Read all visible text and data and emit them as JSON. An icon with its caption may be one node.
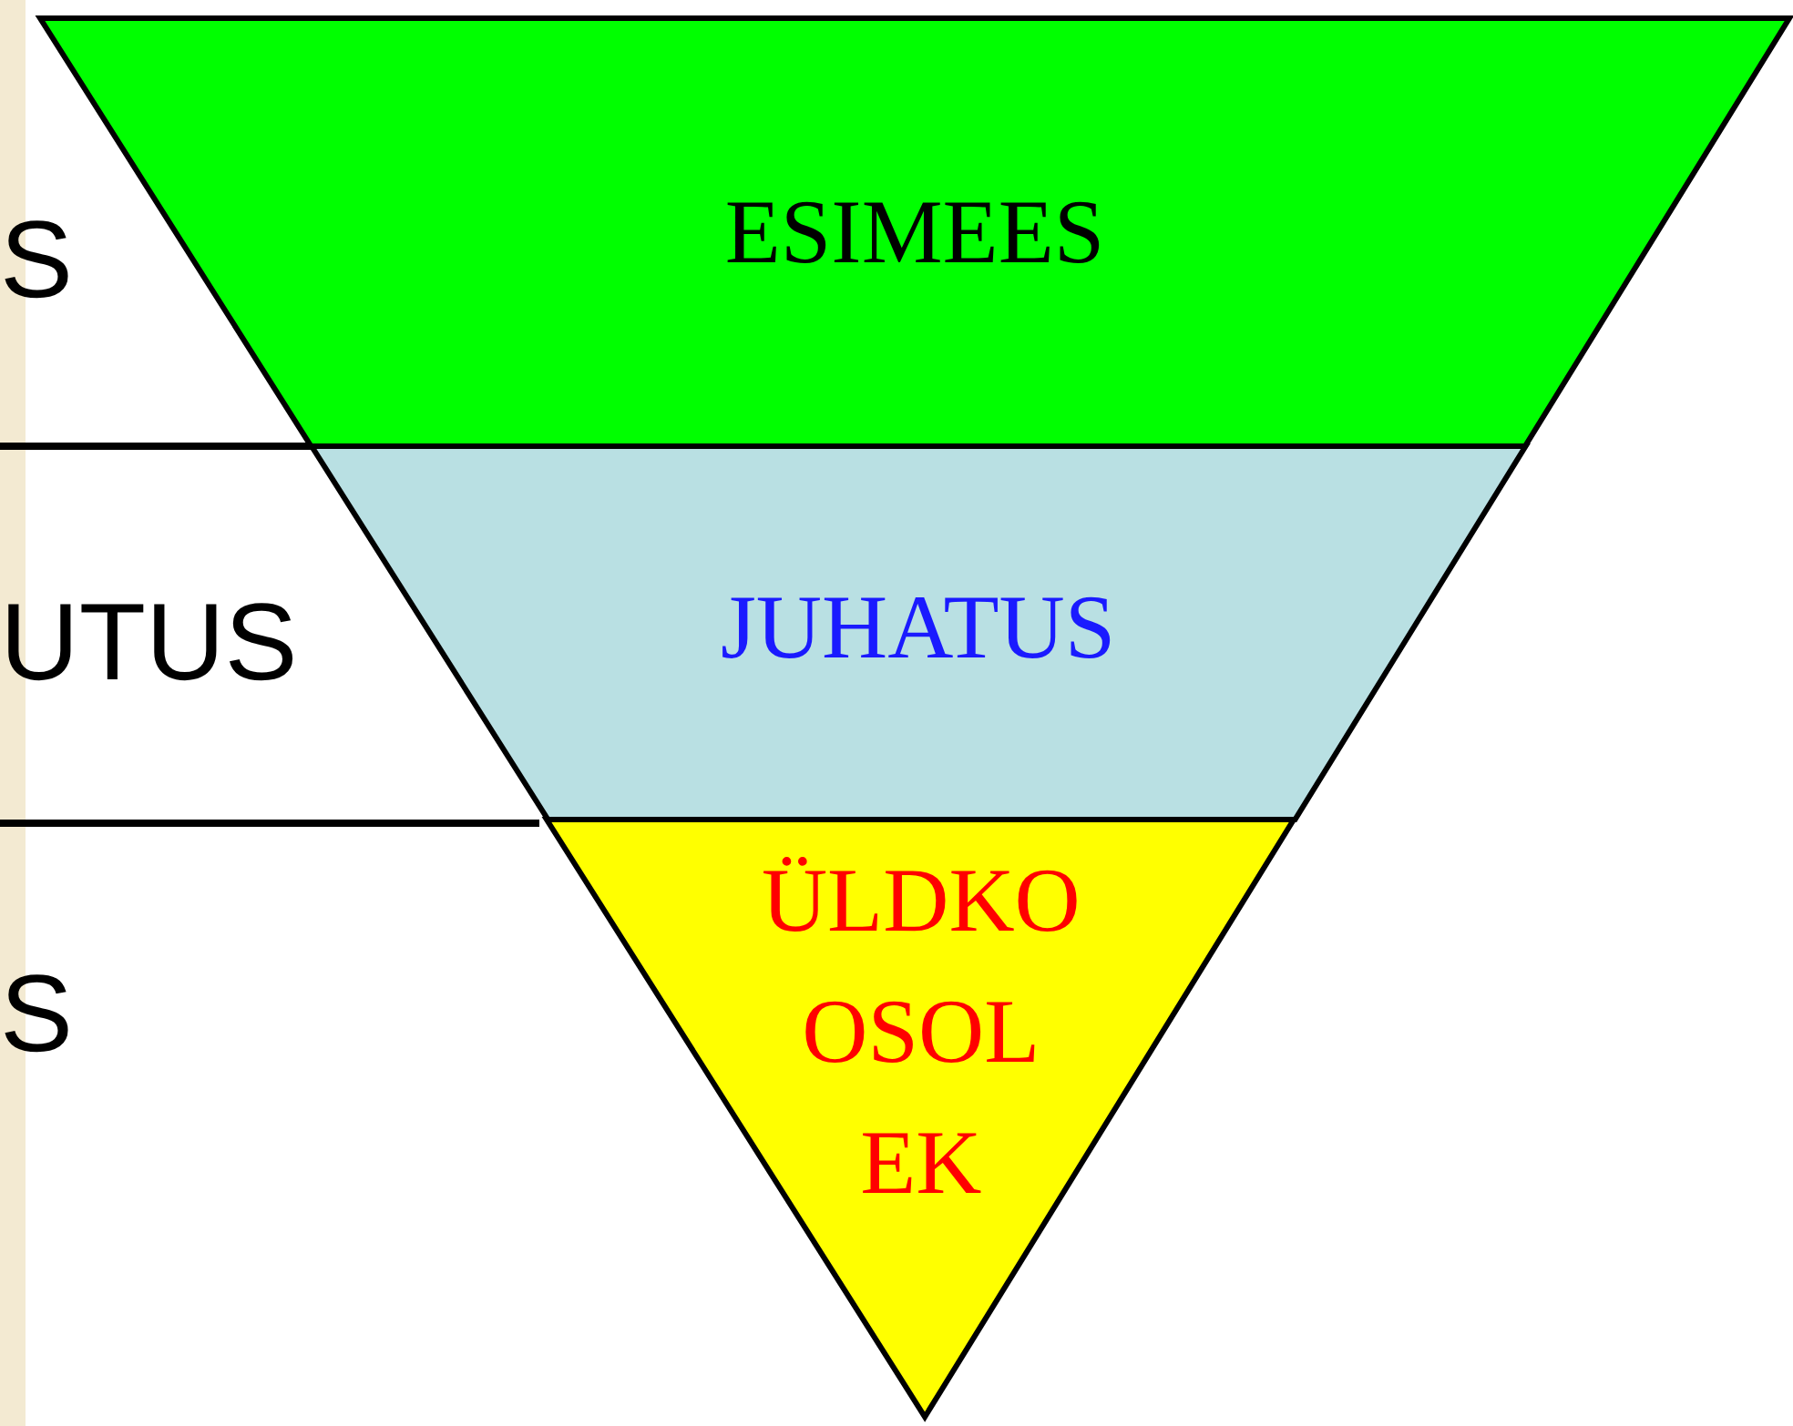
{
  "diagram": {
    "nodes": [
      {
        "text": [
          "ESIMEES"
        ]
      },
      {
        "text": [
          "JUHATUS"
        ]
      },
      {
        "text": [
          "ÜLDKO OSOL EK"
        ]
      }
    ],
    "labels": [
      "S",
      "UTUS",
      "S"
    ]
  }
}
